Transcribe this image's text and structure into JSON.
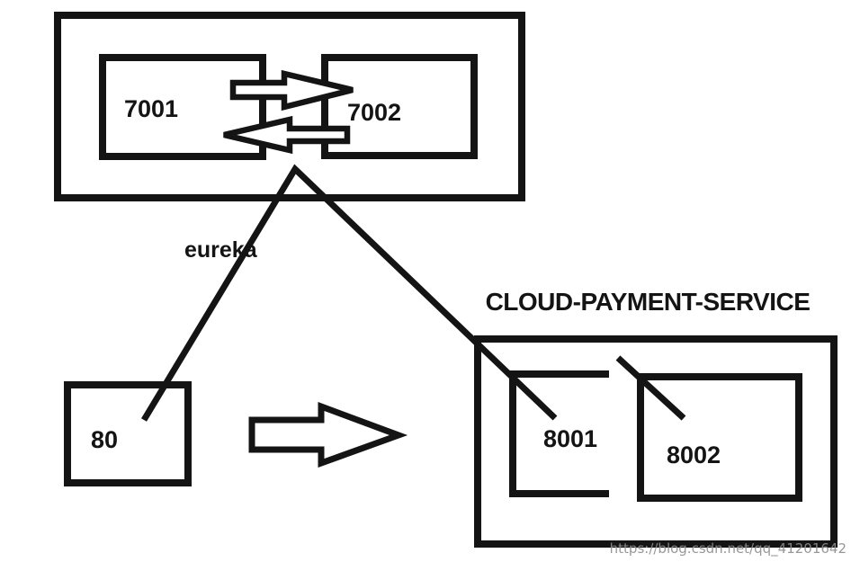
{
  "cluster": {
    "name_label": "eureka",
    "server1_label": "7001",
    "server2_label": "7002"
  },
  "client": {
    "port_label": "80"
  },
  "payment": {
    "title": "CLOUD-PAYMENT-SERVICE",
    "instance1_label": "8001",
    "instance2_label": "8002"
  },
  "watermark": {
    "text": "https://blog.csdn.net/qq_41201642"
  },
  "colors": {
    "ink": "#141414",
    "watermark": "#8d8d8d",
    "background": "#ffffff"
  }
}
